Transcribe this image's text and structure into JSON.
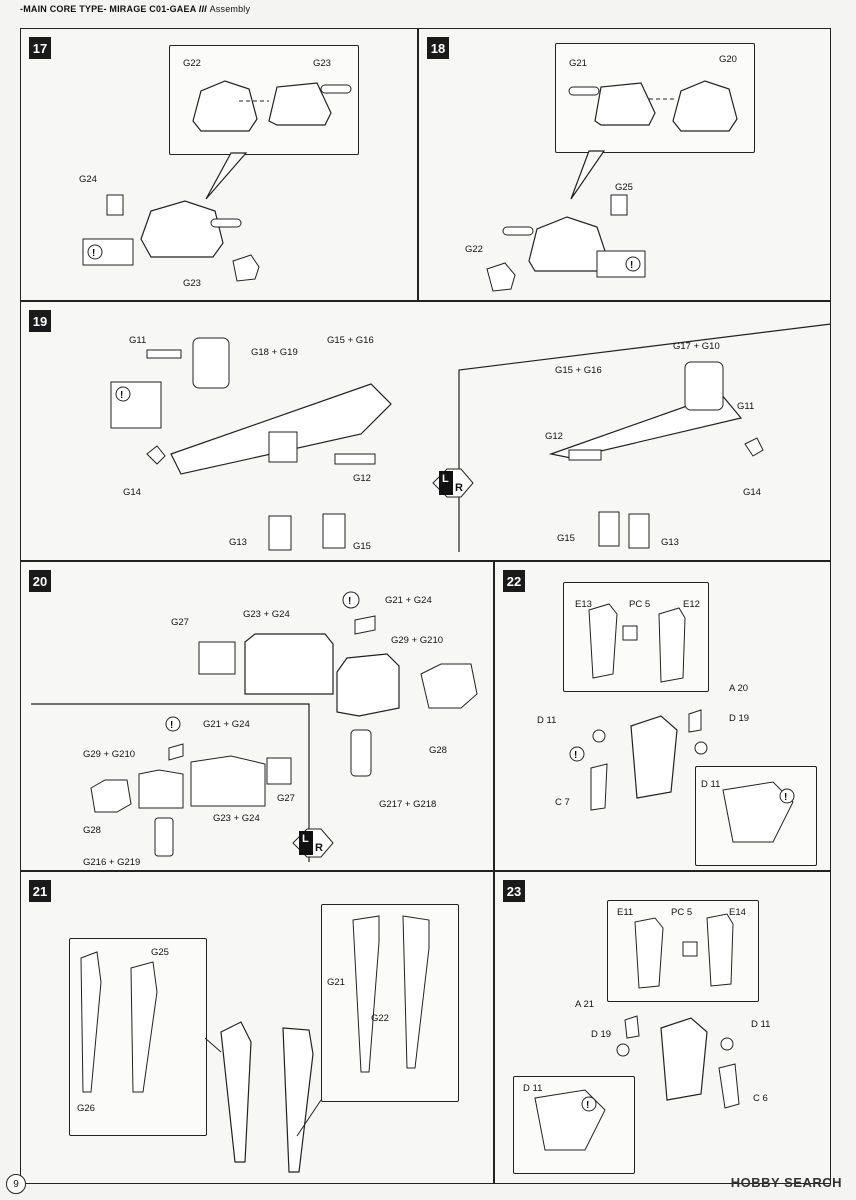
{
  "header": {
    "title": "-MAIN CORE TYPE-  MIRAGE C01-GAEA",
    "roman": "III",
    "sub": "Assembly"
  },
  "page_number": "9",
  "watermark": "HOBBY SEARCH",
  "steps": {
    "s17": {
      "no": "17",
      "l1": "G22",
      "l2": "G23",
      "l3": "G24",
      "l4": "G23"
    },
    "s18": {
      "no": "18",
      "l1": "G21",
      "l2": "G20",
      "l3": "G25",
      "l4": "G22"
    },
    "s19": {
      "no": "19",
      "l1": "G11",
      "l2": "G18 + G19",
      "l3": "G15 + G16",
      "l4": "G14",
      "l5": "G12",
      "l6": "G13",
      "l7": "G15",
      "r1": "G17 + G10",
      "r2": "G15 + G16",
      "r3": "G11",
      "r4": "G12",
      "r5": "G14",
      "r6": "G15",
      "r7": "G13",
      "lr_l": "L",
      "lr_r": "R"
    },
    "s20": {
      "no": "20",
      "l1": "G27",
      "l2": "G23 + G24",
      "l3": "G21 + G24",
      "l4": "G29 + G210",
      "l5": "G28",
      "l6": "G217 + G218",
      "m1": "G21 + G24",
      "m2": "G29 + G210",
      "m3": "G28",
      "m4": "G23 + G24",
      "m5": "G27",
      "m6": "G216 + G219",
      "lr_l": "L",
      "lr_r": "R"
    },
    "s21": {
      "no": "21",
      "l1": "G25",
      "l2": "G26",
      "l3": "G21",
      "l4": "G22"
    },
    "s22": {
      "no": "22",
      "l1": "E13",
      "l2": "PC 5",
      "l3": "E12",
      "l4": "A 20",
      "l5": "D 11",
      "l6": "D 19",
      "l7": "C 7",
      "l8": "D 11"
    },
    "s23": {
      "no": "23",
      "l1": "E11",
      "l2": "PC 5",
      "l3": "E14",
      "l4": "A 21",
      "l5": "D 19",
      "l6": "D 11",
      "l7": "C 6",
      "l8": "D 11"
    }
  }
}
